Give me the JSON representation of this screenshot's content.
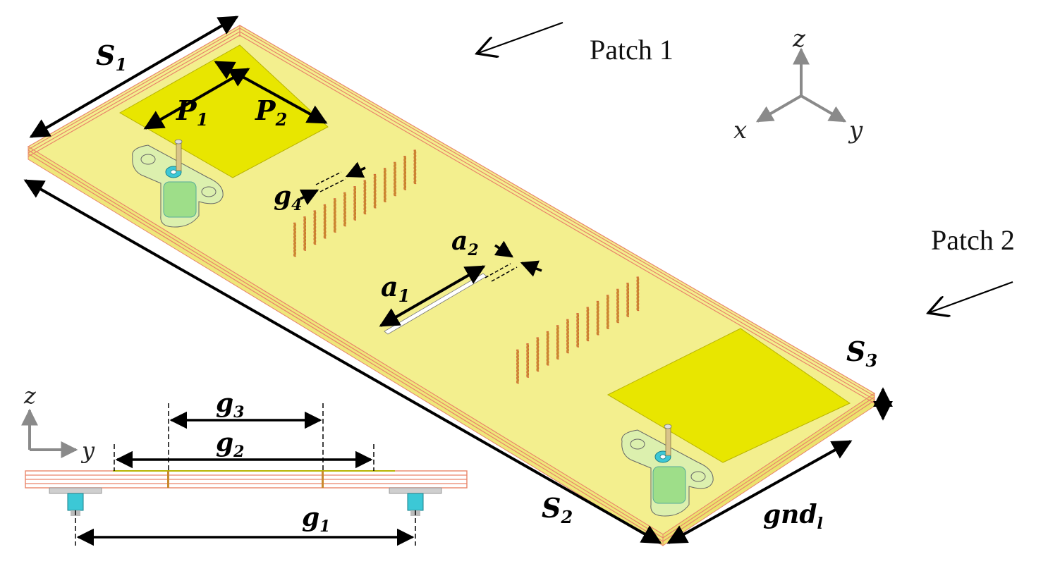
{
  "callouts": {
    "patch1": "Patch 1",
    "patch2": "Patch 2"
  },
  "dimensions": {
    "s1": {
      "base": "S",
      "sub": "1"
    },
    "s2": {
      "base": "S",
      "sub": "2"
    },
    "s3": {
      "base": "S",
      "sub": "3"
    },
    "p1": {
      "base": "P",
      "sub": "1"
    },
    "p2": {
      "base": "P",
      "sub": "2"
    },
    "a1": {
      "base": "a",
      "sub": "1"
    },
    "a2": {
      "base": "a",
      "sub": "2"
    },
    "g1": {
      "base": "g",
      "sub": "1"
    },
    "g2": {
      "base": "g",
      "sub": "2"
    },
    "g3": {
      "base": "g",
      "sub": "3"
    },
    "g4": {
      "base": "g",
      "sub": "4"
    },
    "gndl": {
      "base": "gnd",
      "sub": "l"
    }
  },
  "axes3d": {
    "x": "x",
    "y": "y",
    "z": "z"
  },
  "axes2d": {
    "y": "y",
    "z": "z"
  },
  "colors": {
    "substrate": "#f3ef8e",
    "patch": "#e8e600",
    "layer_line": "#e9856a",
    "via": "#c98a2e",
    "connector": "#3cc8d6",
    "axis_gray": "#8a8a8a"
  }
}
